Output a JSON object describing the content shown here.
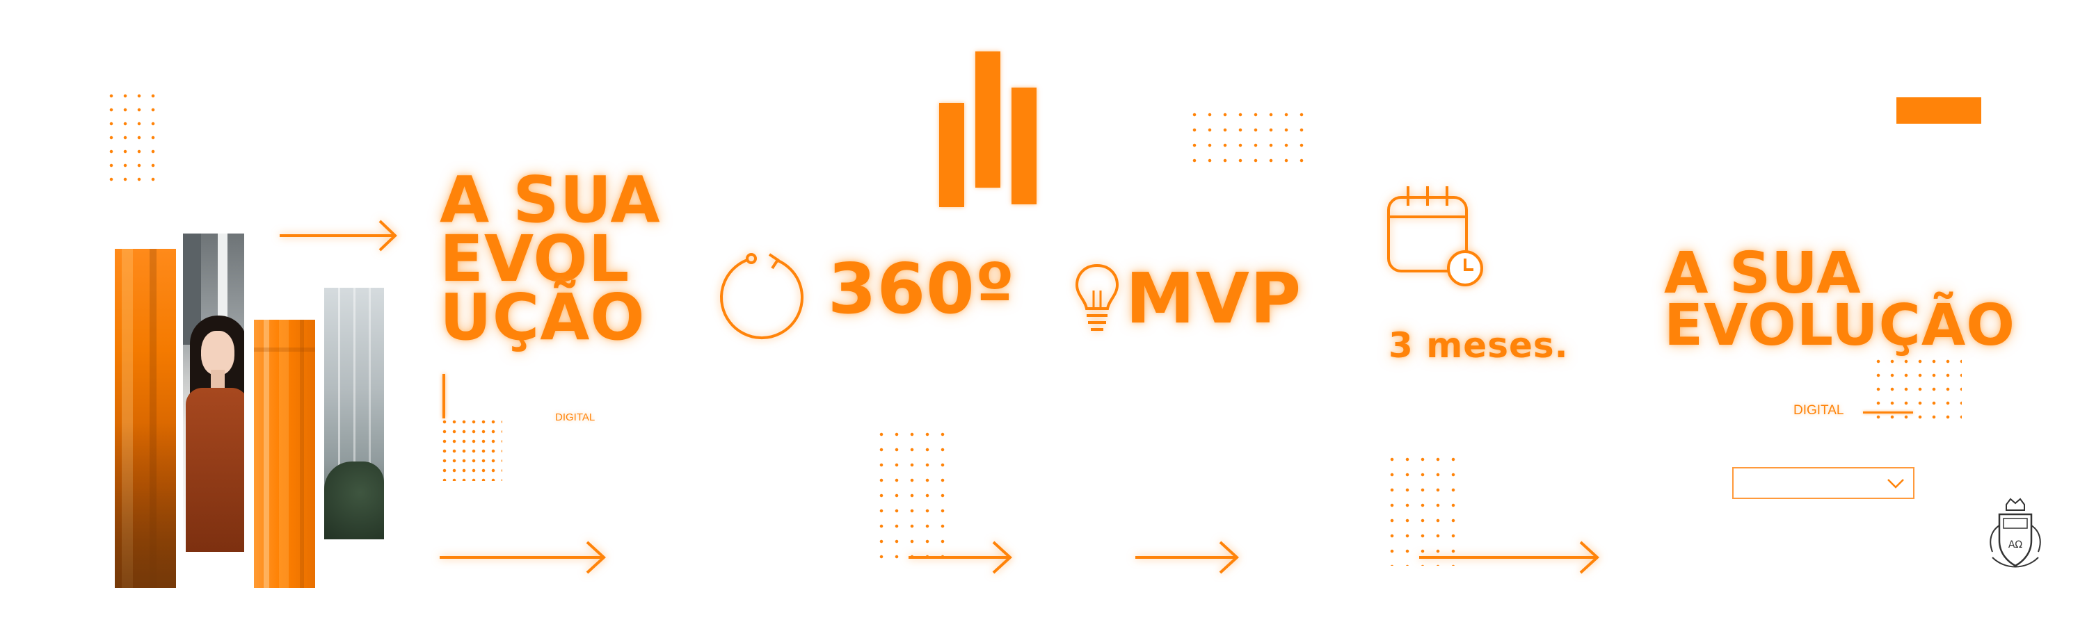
{
  "accent_color": "#ff8309",
  "panel_1": {
    "headline": [
      "A SUA",
      "EVOL",
      "UÇÃO"
    ],
    "tag": "DIGITAL"
  },
  "panel_2": {
    "stat": "360º",
    "icon": "circular-refresh-icon"
  },
  "panel_3": {
    "label": "MVP",
    "icon": "lightbulb-icon"
  },
  "panel_4": {
    "caption": "3 meses.",
    "icon": "calendar-clock-icon"
  },
  "panel_5": {
    "headline": [
      "A SUA",
      "EVOLUÇÃO"
    ],
    "tag": "DIGITAL",
    "dropdown_value": ""
  },
  "seal": {
    "icon": "coat-of-arms-seal"
  }
}
